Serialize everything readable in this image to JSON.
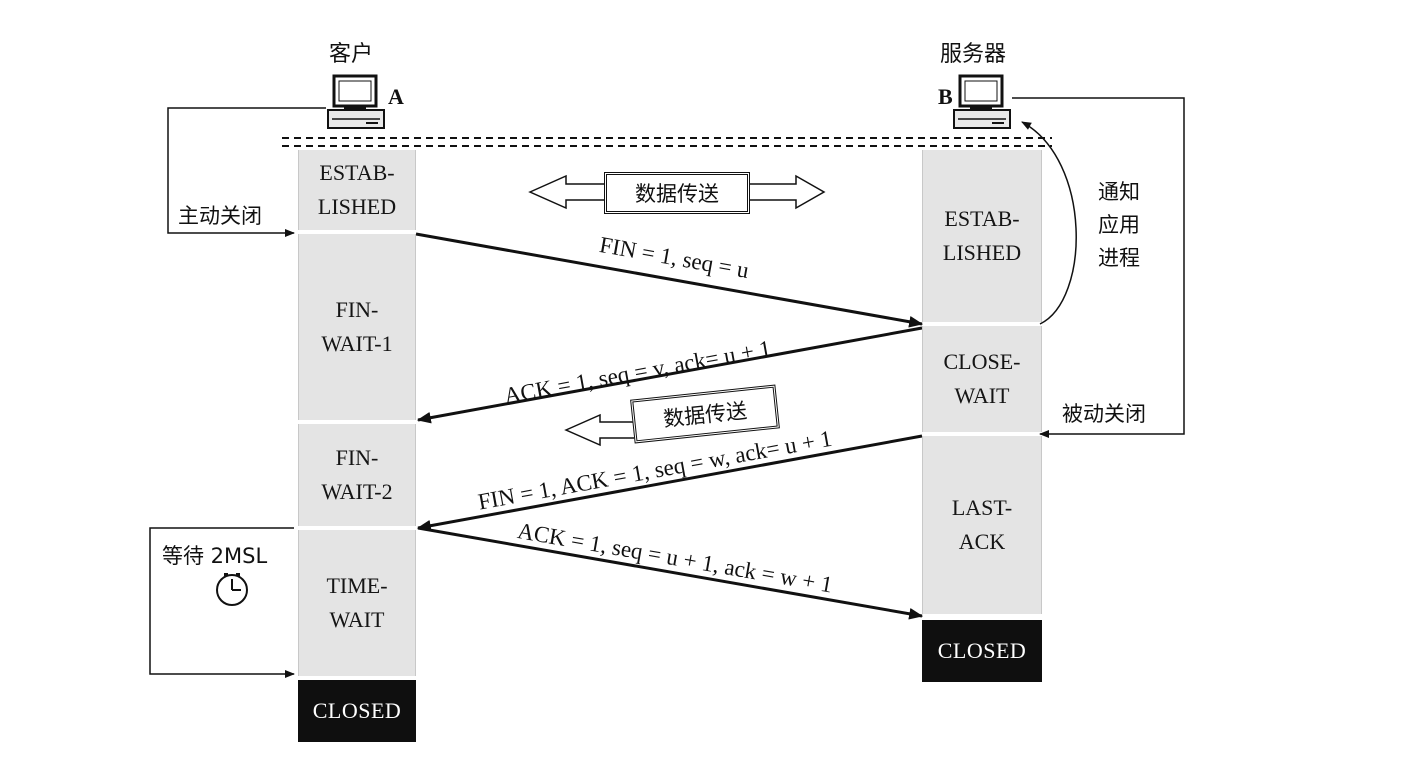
{
  "client": {
    "title": "客户",
    "host_label": "A"
  },
  "server": {
    "title": "服务器",
    "host_label": "B"
  },
  "client_states": [
    {
      "lines": [
        "ESTAB-",
        "LISHED"
      ]
    },
    {
      "lines": [
        "FIN-",
        "WAIT-1"
      ]
    },
    {
      "lines": [
        "FIN-",
        "WAIT-2"
      ]
    },
    {
      "lines": [
        "TIME-",
        "WAIT"
      ]
    },
    {
      "lines": [
        "CLOSED"
      ]
    }
  ],
  "server_states": [
    {
      "lines": [
        "ESTAB-",
        "LISHED"
      ]
    },
    {
      "lines": [
        "CLOSE-",
        "WAIT"
      ]
    },
    {
      "lines": [
        "LAST-",
        "ACK"
      ]
    },
    {
      "lines": [
        "CLOSED"
      ]
    }
  ],
  "data_transfer_top": "数据传送",
  "data_transfer_mid": "数据传送",
  "active_close": "主动关闭",
  "passive_close": "被动关闭",
  "notify_app": [
    "通知",
    "应用",
    "进程"
  ],
  "wait_2msl": "等待 2MSL",
  "messages": [
    {
      "text": "FIN = 1, seq = u"
    },
    {
      "text": "ACK = 1, seq = v, ack= u + 1"
    },
    {
      "text": "FIN = 1, ACK = 1, seq = w, ack= u + 1"
    },
    {
      "text": "ACK = 1, seq = u + 1, ack = w + 1"
    }
  ]
}
